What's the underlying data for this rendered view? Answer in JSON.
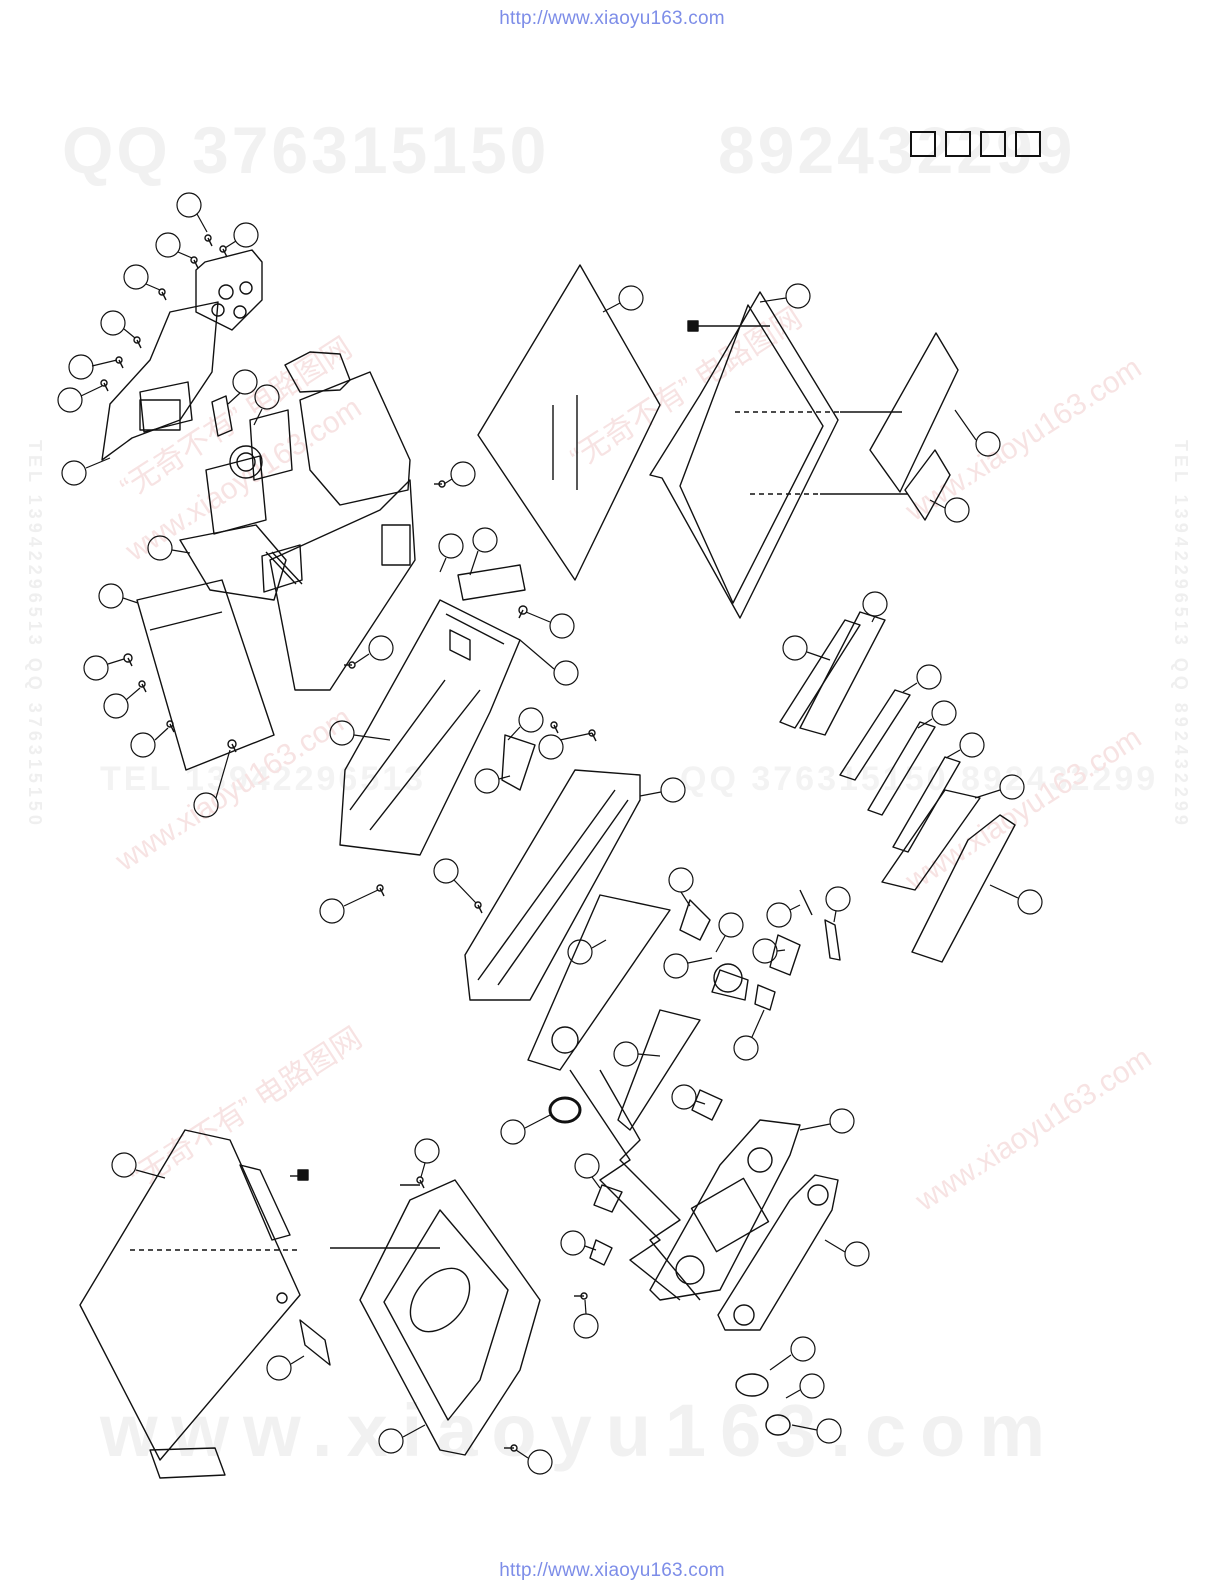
{
  "header": {
    "url": "http://www.xiaoyu163.com"
  },
  "footer": {
    "url": "http://www.xiaoyu163.com"
  },
  "watermarks": {
    "qq_left": "QQ 376315150",
    "qq_right": "892432299",
    "web": "www.xiaoyu163.com",
    "mid_left": "TEL 13942296513",
    "mid_right": "QQ 376315150 892432299",
    "side_left": "TEL 13942296513 QQ 376315150",
    "side_right": "TEL 13942296513 QQ 892432299",
    "diag_1": "“无奇不有” 电路图网",
    "diag_2": "www.xiaoyu163.com"
  },
  "colors": {
    "line": "#111111",
    "link": "#7d8de8",
    "watermark": "#f1f1f1"
  },
  "icons": {
    "mark": "hourglass-box-icon",
    "header_boxes": "empty-box-icon"
  }
}
